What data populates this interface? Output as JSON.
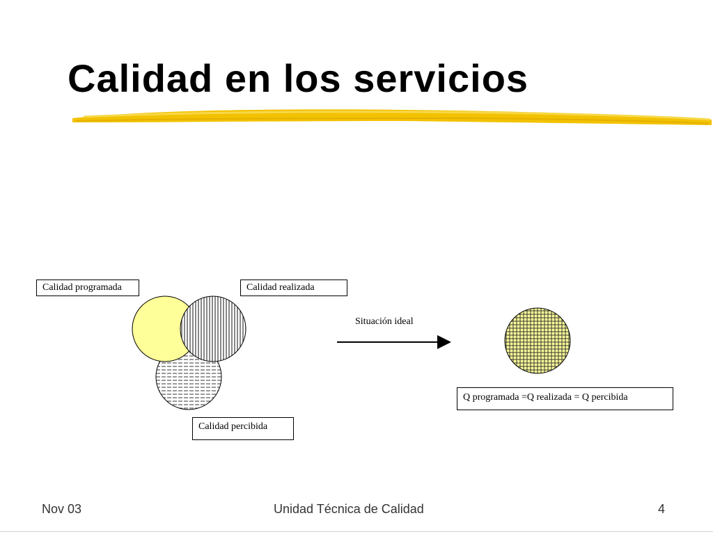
{
  "slide": {
    "title": "Calidad en los servicios",
    "page_number": "4"
  },
  "diagram": {
    "labels": {
      "programada": "Calidad programada",
      "realizada": "Calidad realizada",
      "percibida": "Calidad percibida",
      "ideal": "Situación ideal",
      "equation": "Q programada =Q realizada = Q percibida"
    }
  },
  "footer": {
    "date": "Nov 03",
    "center": "Unidad Técnica de Calidad"
  },
  "colors": {
    "title_underline": "#f2c200",
    "circle_programada_fill": "#ffff99",
    "ideal_circle_fill": "#ffff99",
    "text": "#000000"
  }
}
